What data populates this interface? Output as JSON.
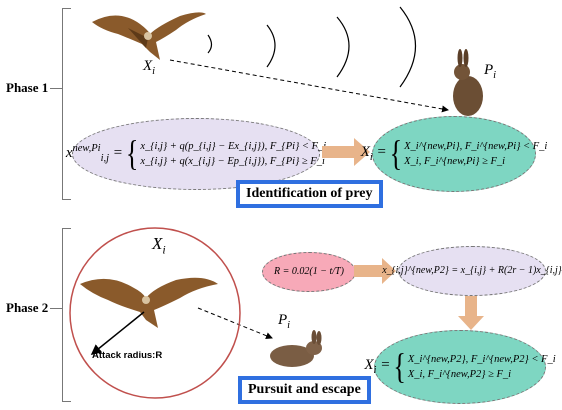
{
  "phase1": {
    "label": "Phase 1",
    "hawk_symbol": "X",
    "hawk_sub": "i",
    "prey_symbol": "P",
    "prey_sub": "i",
    "formula_left": {
      "lhs": "x",
      "lhs_sup": "new,Pi",
      "lhs_sub": "i,j",
      "line1": "x_{i,j} + q(p_{i,j} − Ex_{i,j}),   F_{Pi} < F_i",
      "line2": "x_{i,j} + q(x_{i,j} − Ep_{i,j}),   F_{Pi} ≥ F_i"
    },
    "formula_right": {
      "lhs": "X",
      "lhs_sub": "i",
      "line1": "X_i^{new,Pi},  F_i^{new,Pi} < F_i",
      "line2": "X_i,        F_i^{new,Pi} ≥ F_i"
    },
    "box_label": "Identification of prey",
    "colors": {
      "lavender": "#e6e0f2",
      "teal": "#7ed6c2",
      "arrow": "#e8b48a",
      "box_border": "#2f6fe0"
    }
  },
  "phase2": {
    "label": "Phase 2",
    "hawk_symbol": "X",
    "hawk_sub": "i",
    "prey_symbol": "P",
    "prey_sub": "i",
    "attack_label": "Attack radius:R",
    "formula_r": "R = 0.02(1 − t/T)",
    "formula_update": "x_{i,j}^{new,P2} = x_{i,j} + R(2r − 1)x_{i,j}",
    "formula_select": {
      "line1": "X_i^{new,P2},  F_i^{new,P2} < F_i",
      "line2": "X_i,        F_i^{new,P2} ≥ F_i"
    },
    "box_label": "Pursuit and escape",
    "colors": {
      "pink": "#f7a9b8",
      "circle": "#c0504d"
    }
  }
}
